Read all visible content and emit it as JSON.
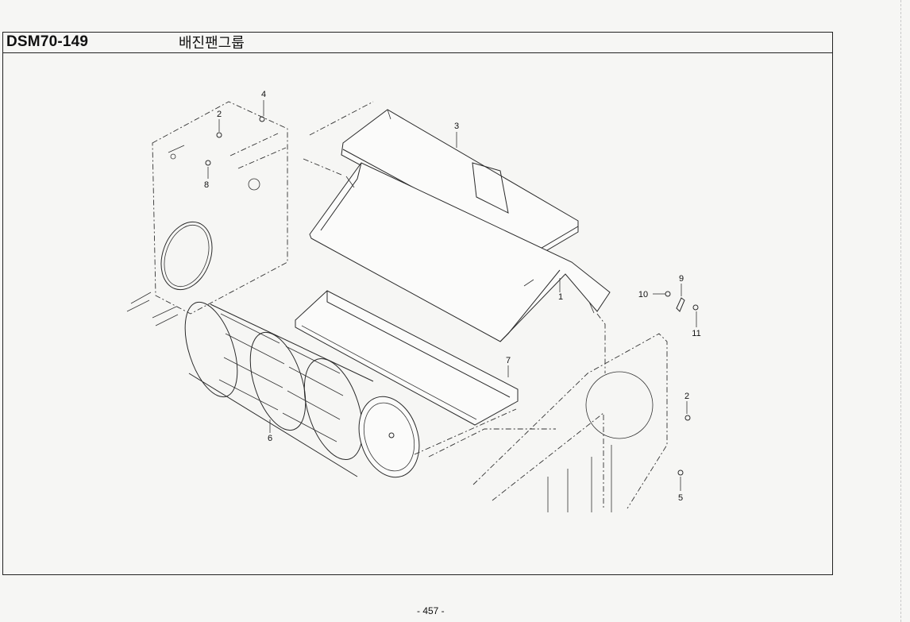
{
  "header": {
    "model_code": "DSM70-149",
    "group_title": "배진팬그룹"
  },
  "callouts": [
    {
      "id": "1",
      "label": "1"
    },
    {
      "id": "2a",
      "label": "2"
    },
    {
      "id": "2b",
      "label": "2"
    },
    {
      "id": "3",
      "label": "3"
    },
    {
      "id": "4",
      "label": "4"
    },
    {
      "id": "5",
      "label": "5"
    },
    {
      "id": "6",
      "label": "6"
    },
    {
      "id": "7",
      "label": "7"
    },
    {
      "id": "8",
      "label": "8"
    },
    {
      "id": "9",
      "label": "9"
    },
    {
      "id": "10",
      "label": "10"
    },
    {
      "id": "11",
      "label": "11"
    }
  ],
  "footer": {
    "page_number": "- 457 -"
  }
}
